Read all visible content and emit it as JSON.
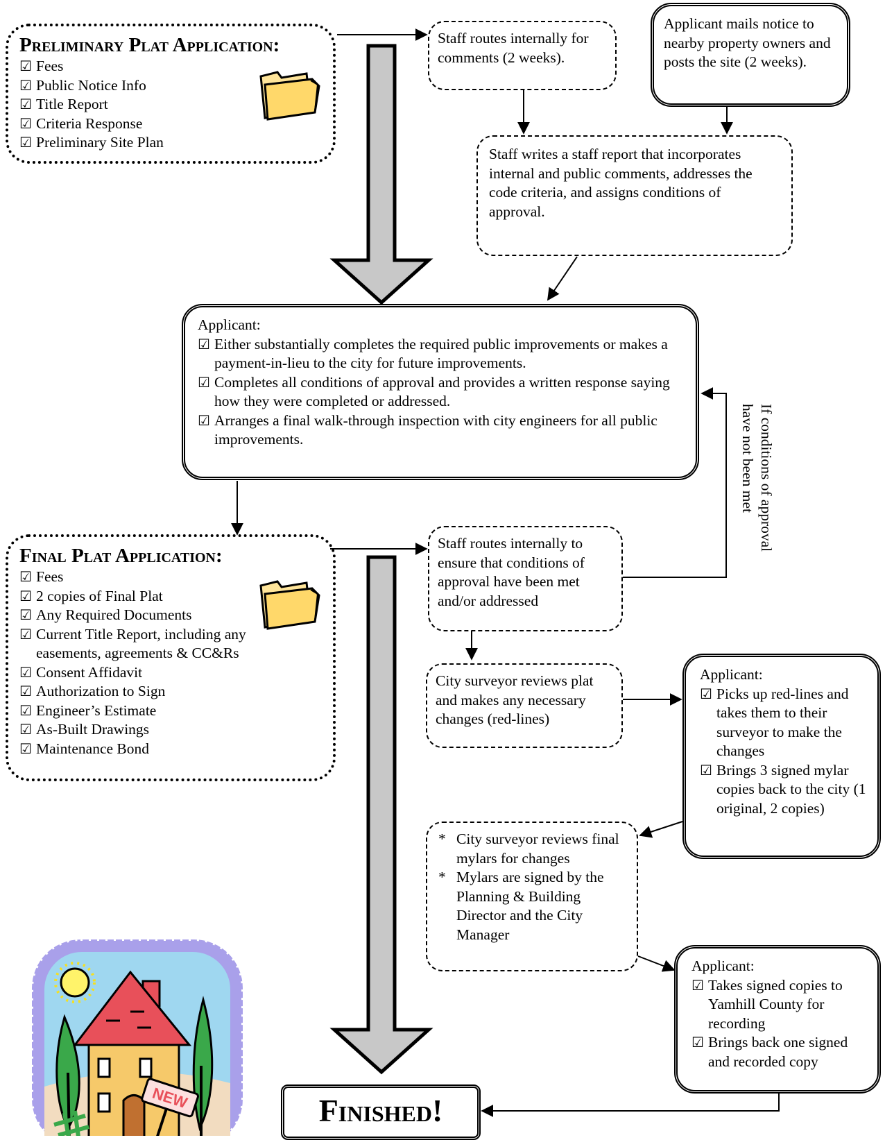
{
  "preliminary": {
    "title": "Preliminary Plat Application:",
    "items": [
      "Fees",
      "Public Notice Info",
      "Title Report",
      "Criteria Response",
      "Preliminary Site Plan"
    ]
  },
  "staff_routes_comments": "Staff routes internally for comments (2 weeks).",
  "applicant_mails": "Applicant mails notice to nearby property owners and posts the site (2 weeks).",
  "staff_report": "Staff writes a staff report that incorporates internal and public comments, addresses the code criteria, and assigns conditions of approval.",
  "applicant_main": {
    "title": "Applicant:",
    "items": [
      "Either substantially completes the required public improvements or makes a payment-in-lieu to the city for future improvements.",
      "Completes all conditions of approval and provides a written response saying how they were completed or addressed.",
      "Arranges a final walk-through inspection with city engineers for all public improvements."
    ]
  },
  "side_note": "If conditions of approval have not been met",
  "final_plat": {
    "title": "Final Plat Application:",
    "items": [
      "Fees",
      "2 copies of Final Plat",
      "Any Required Documents",
      "Current Title Report, including any easements, agreements & CC&Rs",
      "Consent Affidavit",
      "Authorization to Sign",
      "Engineer’s Estimate",
      "As-Built Drawings",
      "Maintenance Bond"
    ]
  },
  "staff_routes_conditions": "Staff routes internally to ensure that conditions of approval have been met and/or addressed",
  "surveyor_reviews": "City surveyor reviews plat and makes any necessary changes (red-lines)",
  "applicant_redlines": {
    "title": "Applicant:",
    "items": [
      "Picks up red-lines and takes them to their surveyor to make the changes",
      "Brings 3 signed mylar copies back to the city (1 original, 2 copies)"
    ]
  },
  "mylars": {
    "items": [
      "City surveyor reviews final mylars for changes",
      "Mylars are signed by the Planning & Building Director and the City Manager"
    ]
  },
  "applicant_recording": {
    "title": "Applicant:",
    "items": [
      "Takes signed copies to Yamhill County for recording",
      "Brings back one signed and recorded copy"
    ]
  },
  "finished": "Finished!",
  "sign_text": "NEW",
  "colors": {
    "arrow_fill": "#c8c8c8",
    "folder": "#ffe59a",
    "roof": "#e8505a",
    "house": "#f6c96a",
    "tree": "#3aa84a",
    "sky": "#9fd7f0",
    "frame": "#a9a0ea"
  }
}
